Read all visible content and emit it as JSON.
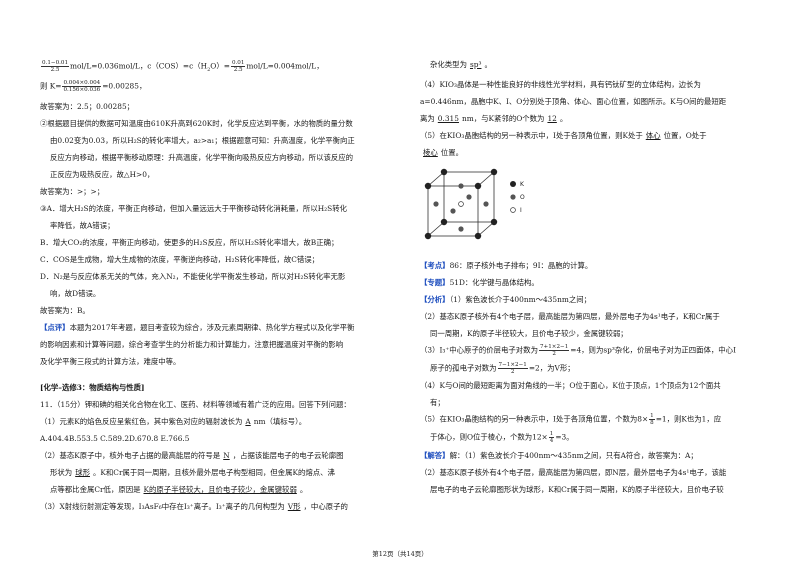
{
  "left": {
    "l1_a": "0.1−0.01",
    "l1_b": "2.5",
    "l1_c": "mol/L=0.036mol/L，c（COS）=c（H",
    "l1_d": "O）=",
    "l1_e": "0.01",
    "l1_f": "2.5",
    "l1_g": "mol/L=0.004mol/L，",
    "l2_a": "则 K=",
    "l2_n": "0.004×0.004",
    "l2_d": "0.156×0.036",
    "l2_b": "=0.00285，",
    "l3": "故答案为：2.5；0.00285；",
    "l4": "②根据题目提供的数据可知温度由610K升高到620K时，化学反应达到平衡，水的物质的量分数",
    "l5": "由0.02变为0.03，所以H₂S的转化率增大，a₂>a₁；根据题意可知：升高温度，化学平衡向正",
    "l6": "反应方向移动，根据平衡移动原理：升高温度，化学平衡向吸热反应方向移动，所以该反应的",
    "l7": "正反应为吸热反应，故△H>0，",
    "l8": "故答案为：>；>；",
    "l9": "③A．增大H₂S的浓度，平衡正向移动，但加入量远远大于平衡移动转化消耗量，所以H₂S转化",
    "l10": "率降低，故A错误；",
    "l11": "B．增大CO₂的浓度，平衡正向移动，使更多的H₂S反应，所以H₂S转化率增大，故B正确；",
    "l12": "C．COS是生成物，增大生成物的浓度，平衡逆向移动，H₂S转化率降低，故C错误；",
    "l13": "D．N₂是与反应体系无关的气体，充入N₂，不能使化学平衡发生移动，所以对H₂S转化率无影",
    "l14": "响，故D错误。",
    "l15": "故答案为：B。",
    "l16_tag": "【点评】",
    "l16": "本题为2017年考题，题目考查较为综合，涉及元素周期律、热化学方程式以及化学平衡",
    "l17": "的影响因素和计算等问题，综合考查学生的分析能力和计算能力，注意把握温度对平衡的影响",
    "l18": "及化学平衡三段式的计算方法，难度中等。",
    "sec": "[化学–选修3：物质结构与性质]",
    "q1": "11．（15分）钾和碘的相关化合物在化工、医药、材料等领域有着广泛的应用。回答下列问题：",
    "q2a": "（1）元素K的焰色反应呈紫红色，其中紫色对应的辐射波长为",
    "q2ans": "A",
    "q2b": "nm（填标号）。",
    "q3": "A.404.4B.553.5          C.589.2D.670.8          E.766.5",
    "q4a": "（2）基态K原子中，核外电子占据的最高能层的符号是",
    "q4ans": "N",
    "q4b": "，占据该能层电子的电子云轮廓图",
    "q5a": "形状为",
    "q5ans": "球形",
    "q5b": "。K和Cr属于同一周期，且核外最外层电子构型相同，但金属K的熔点、沸",
    "q6a": "点等都比金属Cr低，原因是",
    "q6ans": "K的原子半径较大，且价电子较少，金属键较弱",
    "q6b": "。",
    "q7a": "（3）X射线衍射测定等发现，I₃AsF₆中存在I₃⁺离子。I₃⁺离子的几何构型为",
    "q7ans": "V形",
    "q7b": "，中心原子的"
  },
  "right": {
    "r1a": "杂化类型为",
    "r1ans": "sp³",
    "r1b": "。",
    "r2": "（4）KIO₃晶体是一种性能良好的非线性光学材料，具有钙钛矿型的立体结构，边长为",
    "r3": "a=0.446nm，晶胞中K、I、O分别处于顶角、体心、面心位置，如图所示。K与O间的最短距",
    "r4a": "离为",
    "r4ans": "0.315",
    "r4b": "nm，与K紧邻的O个数为",
    "r4ans2": "12",
    "r4c": "。",
    "r5a": "（5）在KIO₃晶胞结构的另一种表示中，I处于各顶角位置，则K处于",
    "r5ans": "体心",
    "r5b": "位置，O处于",
    "r6ans": "棱心",
    "r6b": "位置。",
    "legend": [
      "K",
      "O",
      "I"
    ],
    "k1_tag": "【考点】",
    "k1": "86：原子核外电子排布；9I：晶胞的计算。",
    "k2_tag": "【专题】",
    "k2": "51D：化学键与晶体结构。",
    "k3_tag": "【分析】",
    "k3": "（1）紫色波长介于400nm～435nm之间；",
    "k4": "（2）基态K原子核外有4个电子层，最高能层为第四层，最外层电子为4s¹电子，K和Cr属于",
    "k5": "同一周期，K的原子半径较大，且价电子较少，金属键较弱；",
    "k6a": "（3）I₃⁺中心原子的价层电子对数为",
    "k6n": "7+1×2−1",
    "k6d": "2",
    "k6b": "=4，则为sp³杂化，价层电子对为正四面体，中心I",
    "k7a": "原子的孤电子对数为",
    "k7n": "7−1×2−1",
    "k7d": "2",
    "k7b": "=2，为V形；",
    "k8": "（4）K与O间的最短距离为面对角线的一半；O位于面心，K位于顶点，1个顶点为12个面共",
    "k9": "有；",
    "k10a": "（5）在KIO₃晶胞结构的另一种表示中，I处于各顶角位置，个数为8×",
    "k10n": "1",
    "k10d": "8",
    "k10b": "=1，则K也为1，应",
    "k11a": "于体心，则O位于棱心，个数为12×",
    "k11n": "1",
    "k11d": "4",
    "k11b": "=3。",
    "k12_tag": "【解答】",
    "k12": "解：（1）紫色波长介于400nm～435nm之间，只有A符合，故答案为：A；",
    "k13": "（2）基态K原子核外有4个电子层，最高能层为第四层，即N层，最外层电子为4s¹电子，该能",
    "k14": "层电子的电子云轮廓图形状为球形，K和Cr属于同一周期，K的原子半径较大，且价电子较"
  },
  "footer": "第12页（共14页）"
}
